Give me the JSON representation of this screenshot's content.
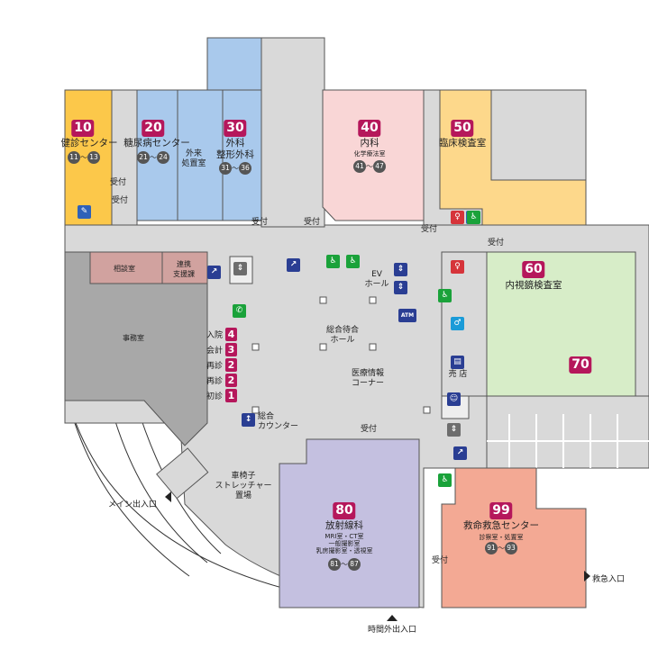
{
  "zones": {
    "z10": {
      "number": "10",
      "name": "健診センター",
      "rooms": [
        "11",
        "13"
      ]
    },
    "z20": {
      "number": "20",
      "name": "糖尿病センター",
      "rooms": [
        "21",
        "24"
      ]
    },
    "z30": {
      "number": "30",
      "name_line1": "外科",
      "name_line2": "整形外科",
      "rooms": [
        "31",
        "36"
      ]
    },
    "z40": {
      "number": "40",
      "name": "内科",
      "sub": "化学療法室",
      "rooms": [
        "41",
        "47"
      ]
    },
    "z50": {
      "number": "50",
      "name": "臨床検査室"
    },
    "z60": {
      "number": "60",
      "name": "内視鏡検査室"
    },
    "z70": {
      "number": "70"
    },
    "z80": {
      "number": "80",
      "name": "放射線科",
      "sub_lines": [
        "MRI室・CT室",
        "一般撮影室",
        "乳房撮影室・透視室"
      ],
      "rooms": [
        "81",
        "87"
      ]
    },
    "z99": {
      "number": "99",
      "name": "救命救急センター",
      "sub": "診察室・処置室",
      "rooms": [
        "91",
        "93"
      ]
    }
  },
  "room_separator": "～",
  "rooms": {
    "outpatient_treatment_line1": "外来",
    "outpatient_treatment_line2": "処置室",
    "consultation_room": "相談室",
    "liaison_line1": "連携",
    "liaison_line2": "支援課",
    "office": "事務室",
    "ev_hall_line1": "EV",
    "ev_hall_line2": "ホール",
    "waiting_hall_line1": "総合待合",
    "waiting_hall_line2": "ホール",
    "medical_info_line1": "医療情報",
    "medical_info_line2": "コーナー",
    "shop": "売 店",
    "general_counter_line1": "総合",
    "general_counter_line2": "カウンター",
    "wheelchair_line1": "車椅子",
    "wheelchair_line2": "ストレッチャー",
    "wheelchair_line3": "置場"
  },
  "reception_label": "受付",
  "windows": [
    {
      "label": "入院",
      "num": "4"
    },
    {
      "label": "会計",
      "num": "3"
    },
    {
      "label": "再診",
      "num": "2"
    },
    {
      "label": "再診",
      "num": "2"
    },
    {
      "label": "初診",
      "num": "1"
    }
  ],
  "entrances": {
    "main": "メイン出入口",
    "after_hours": "時間外出入口",
    "emergency": "救急入口"
  },
  "icons": {
    "atm": "ATM"
  },
  "colors": {
    "z10": "#fcc84a",
    "z20": "#a9c9ec",
    "z30": "#a9c9ec",
    "z40": "#f9d6d6",
    "z50": "#fdd88b",
    "z60": "#d7edc8",
    "z80": "#c4c0e0",
    "z99": "#f3a994",
    "corridor": "#d9d9d9",
    "office": "#a8a8a8",
    "consult": "#d1a29f",
    "badge": "#b5175b"
  }
}
